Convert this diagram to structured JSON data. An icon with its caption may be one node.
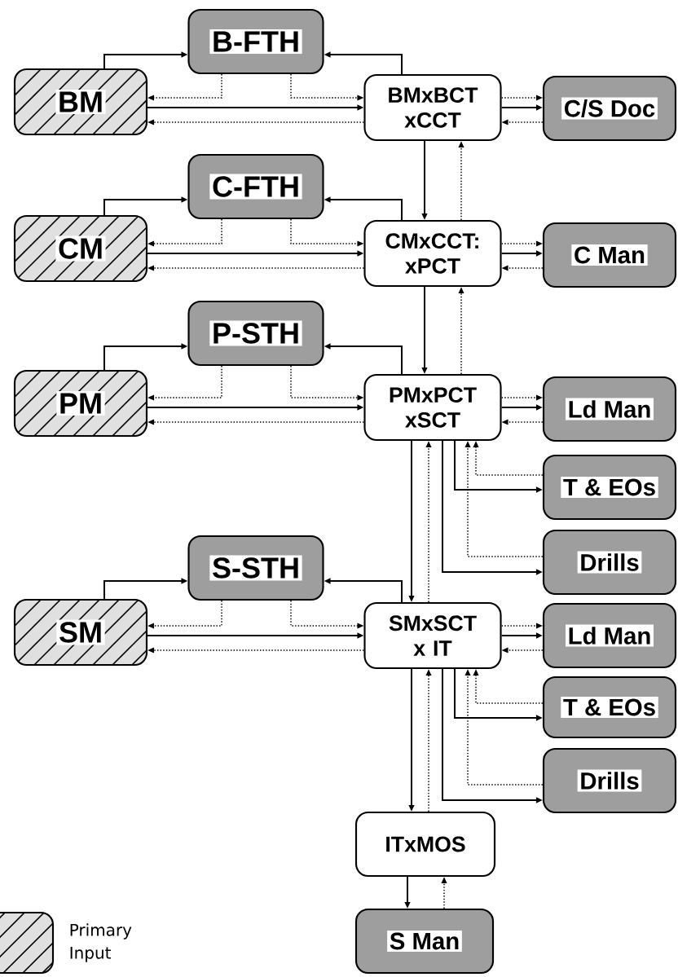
{
  "diagram": {
    "nodes": [
      {
        "text": [
          "B-FTH"
        ]
      },
      {
        "text": [
          "BM"
        ]
      },
      {
        "text": [
          "BMxBCT xCCT"
        ]
      },
      {
        "text": [
          "C/S Doc"
        ]
      },
      {
        "text": [
          "C-FTH"
        ]
      },
      {
        "text": [
          "CM"
        ]
      },
      {
        "text": [
          "CMxCCT: xPCT"
        ]
      },
      {
        "text": [
          "C Man"
        ]
      },
      {
        "text": [
          "P-STH"
        ]
      },
      {
        "text": [
          "PM"
        ]
      },
      {
        "text": [
          "PMxPCT xSCT"
        ]
      },
      {
        "text": [
          "Ld Man"
        ]
      },
      {
        "text": [
          "T & EOs"
        ]
      },
      {
        "text": [
          "Drills"
        ]
      },
      {
        "text": [
          "S-STH"
        ]
      },
      {
        "text": [
          "SM"
        ]
      },
      {
        "text": [
          "SMxSCT x IT"
        ]
      },
      {
        "text": [
          "Ld Man"
        ]
      },
      {
        "text": [
          "T & EOs"
        ]
      },
      {
        "text": [
          "Drills"
        ]
      },
      {
        "text": [
          "ITxMOS"
        ]
      },
      {
        "text": [
          "S Man"
        ]
      }
    ],
    "edges": [
      {
        "from": 1,
        "to": 0,
        "arrow": "to"
      },
      {
        "from": 2,
        "to": 0,
        "arrow": "to"
      },
      {
        "from": 0,
        "to": 1,
        "arrow": "to",
        "style": "dashed"
      },
      {
        "from": 0,
        "to": 2,
        "arrow": "to",
        "style": "dashed"
      },
      {
        "from": 1,
        "to": 2,
        "arrow": "to"
      },
      {
        "from": 2,
        "to": 1,
        "arrow": "to",
        "style": "dashed"
      },
      {
        "from": 2,
        "to": 3,
        "arrow": "to",
        "style": "dashed"
      },
      {
        "from": 2,
        "to": 3,
        "arrow": "to"
      },
      {
        "from": 3,
        "to": 2,
        "arrow": "to",
        "style": "dashed"
      },
      {
        "from": 2,
        "to": 6,
        "arrow": "to"
      },
      {
        "from": 6,
        "to": 2,
        "arrow": "to",
        "style": "dashed"
      },
      {
        "from": 5,
        "to": 4,
        "arrow": "to"
      },
      {
        "from": 6,
        "to": 4,
        "arrow": "to"
      },
      {
        "from": 4,
        "to": 5,
        "arrow": "to",
        "style": "dashed"
      },
      {
        "from": 4,
        "to": 6,
        "arrow": "to",
        "style": "dashed"
      },
      {
        "from": 5,
        "to": 6,
        "arrow": "to"
      },
      {
        "from": 6,
        "to": 5,
        "arrow": "to",
        "style": "dashed"
      },
      {
        "from": 6,
        "to": 7,
        "arrow": "to",
        "style": "dashed"
      },
      {
        "from": 6,
        "to": 7,
        "arrow": "to"
      },
      {
        "from": 7,
        "to": 6,
        "arrow": "to",
        "style": "dashed"
      },
      {
        "from": 6,
        "to": 10,
        "arrow": "to"
      },
      {
        "from": 10,
        "to": 6,
        "arrow": "to",
        "style": "dashed"
      },
      {
        "from": 9,
        "to": 8,
        "arrow": "to"
      },
      {
        "from": 10,
        "to": 8,
        "arrow": "to"
      },
      {
        "from": 8,
        "to": 9,
        "arrow": "to",
        "style": "dashed"
      },
      {
        "from": 8,
        "to": 10,
        "arrow": "to",
        "style": "dashed"
      },
      {
        "from": 9,
        "to": 10,
        "arrow": "to"
      },
      {
        "from": 10,
        "to": 9,
        "arrow": "to",
        "style": "dashed"
      },
      {
        "from": 10,
        "to": 11,
        "arrow": "to",
        "style": "dashed"
      },
      {
        "from": 10,
        "to": 11,
        "arrow": "to"
      },
      {
        "from": 11,
        "to": 10,
        "arrow": "to",
        "style": "dashed"
      },
      {
        "from": 10,
        "to": 12,
        "arrow": "to"
      },
      {
        "from": 12,
        "to": 10,
        "arrow": "to",
        "style": "dashed"
      },
      {
        "from": 10,
        "to": 13,
        "arrow": "to"
      },
      {
        "from": 13,
        "to": 10,
        "arrow": "to",
        "style": "dashed"
      },
      {
        "from": 10,
        "to": 16,
        "arrow": "to"
      },
      {
        "from": 16,
        "to": 10,
        "arrow": "to",
        "style": "dashed"
      },
      {
        "from": 15,
        "to": 14,
        "arrow": "to"
      },
      {
        "from": 16,
        "to": 14,
        "arrow": "to"
      },
      {
        "from": 14,
        "to": 15,
        "arrow": "to",
        "style": "dashed"
      },
      {
        "from": 14,
        "to": 16,
        "arrow": "to",
        "style": "dashed"
      },
      {
        "from": 15,
        "to": 16,
        "arrow": "to"
      },
      {
        "from": 16,
        "to": 15,
        "arrow": "to",
        "style": "dashed"
      },
      {
        "from": 16,
        "to": 17,
        "arrow": "to",
        "style": "dashed"
      },
      {
        "from": 16,
        "to": 17,
        "arrow": "to"
      },
      {
        "from": 17,
        "to": 16,
        "arrow": "to",
        "style": "dashed"
      },
      {
        "from": 16,
        "to": 18,
        "arrow": "to"
      },
      {
        "from": 18,
        "to": 16,
        "arrow": "to",
        "style": "dashed"
      },
      {
        "from": 16,
        "to": 19,
        "arrow": "to"
      },
      {
        "from": 19,
        "to": 16,
        "arrow": "to",
        "style": "dashed"
      },
      {
        "from": 16,
        "to": 20,
        "arrow": "to"
      },
      {
        "from": 20,
        "to": 16,
        "arrow": "to",
        "style": "dashed"
      },
      {
        "from": 20,
        "to": 21,
        "arrow": "to"
      },
      {
        "from": 21,
        "to": 20,
        "arrow": "to",
        "style": "dashed"
      }
    ],
    "legend": [
      {
        "text": "Primary Input"
      }
    ]
  }
}
